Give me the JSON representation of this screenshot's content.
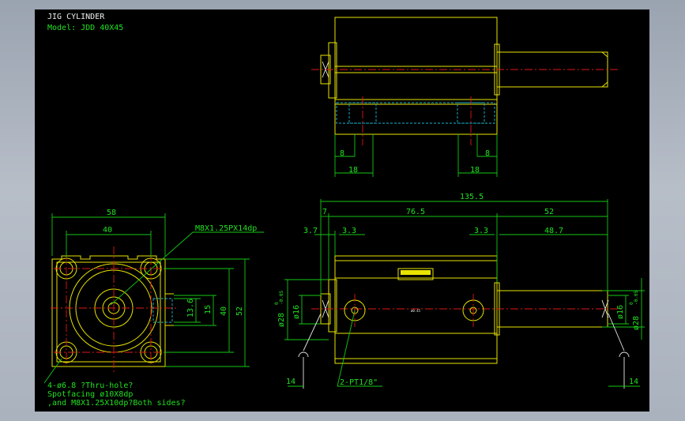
{
  "title": {
    "line1": "JIG CYLINDER",
    "line2": "Model: JDD 40X45"
  },
  "top_view": {
    "dim_left_small": "8",
    "dim_left_big": "18",
    "dim_right_small": "8",
    "dim_right_big": "18"
  },
  "end_view": {
    "dim_58": "58",
    "dim_40_top": "40",
    "thread_note": "M8X1.25PX14dp",
    "dim_13_6": "13.6",
    "dim_15": "15",
    "dim_40_side": "40",
    "dim_52": "52",
    "note_line1": "4-ø6.8 ?Thru-hole?",
    "note_line2": "Spotfacing ø10X8dp",
    "note_line3": ",and M8X1.25X10dp?Both sides?"
  },
  "side_view": {
    "dim_total": "135.5",
    "dim_7": "7",
    "dim_76_5": "76.5",
    "dim_52": "52",
    "dim_3_7": "3.7",
    "dim_3_3_left": "3.3",
    "dim_3_3_right": "3.3",
    "dim_48_7": "48.7",
    "dia_left_16": "ø16",
    "dia_left_28": "ø28",
    "tol_left_upper": "0",
    "tol_left_lower": "-0.05",
    "dia_right_16": "ø16",
    "dia_right_28": "ø28",
    "tol_right_upper": "0",
    "tol_right_lower": "-0.05",
    "dim_14_left": "14",
    "dim_14_right": "14",
    "port_note": "2-PT1/8\"",
    "center_mark": "ø0.45"
  },
  "colors": {
    "background": "#000000",
    "outline": "#e8e400",
    "dimension": "#14c814",
    "centerline": "#e01818",
    "hidden": "#19b9d2"
  }
}
